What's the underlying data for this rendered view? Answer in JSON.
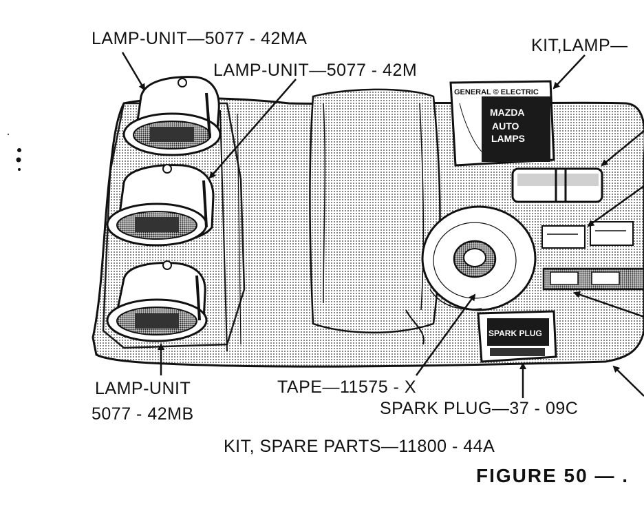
{
  "labels": {
    "lamp_unit_ma": "LAMP-UNIT—5077 - 42MA",
    "lamp_unit_m": "LAMP-UNIT—5077 - 42M",
    "kit_lamp": "KIT,LAMP—",
    "lamp_unit_mb_line1": "LAMP-UNIT",
    "lamp_unit_mb_line2": "5077 - 42MB",
    "tape": "TAPE—11575 - X",
    "spark_plug": "SPARK  PLUG—37 - 09C",
    "kit_spare_parts": "KIT, SPARE PARTS—11800 - 44A"
  },
  "caption": "FIGURE 50 — .",
  "package_text": {
    "brand_line": "GENERAL © ELECTRIC",
    "mazda": "MAZDA",
    "auto": "AUTO",
    "lamps": "LAMPS",
    "spark_plug_box": "SPARK PLUG"
  },
  "icons": [
    "lamp-unit-icon",
    "tape-roll-icon",
    "lamp-kit-box-icon",
    "spark-plug-box-icon",
    "fuse-icon"
  ],
  "colors": {
    "ink": "#111111",
    "paper": "#ffffff",
    "halftone": "#b8b8b8"
  }
}
